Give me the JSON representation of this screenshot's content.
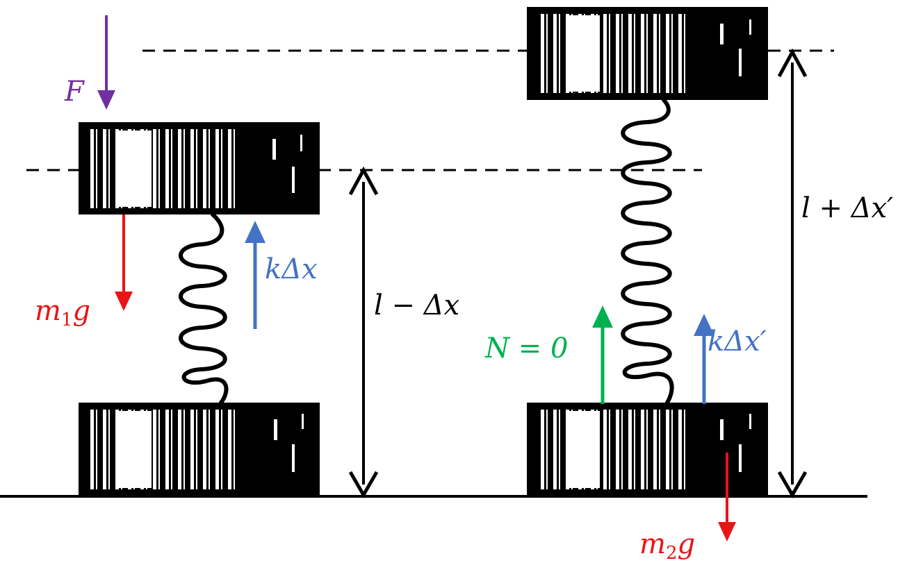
{
  "colors": {
    "ink": "#000000",
    "force_purple": "#7030a0",
    "weight_red": "#e81416",
    "spring_blue": "#4472c4",
    "normal_green": "#00b050"
  },
  "labels": {
    "F": "F",
    "m1": "m",
    "m1_sub": "1",
    "m1_g": "g",
    "k_dx": "kΔx",
    "l_minus_dx": "l − Δx",
    "N0": "N = 0",
    "k_dx_prime": "kΔx′",
    "l_plus_dx_prime": "l + Δx′",
    "m2": "m",
    "m2_sub": "2",
    "m2_g": "g"
  }
}
